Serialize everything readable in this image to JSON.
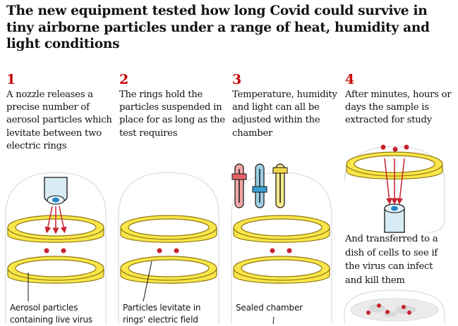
{
  "title": "The new equipment tested how long Covid could survive in tiny airborne particles under a range of heat, humidity and light conditions",
  "steps": [
    {
      "number": "1",
      "parts": [
        {
          "t": "A nozzle releases a precise number of ",
          "b": false
        },
        {
          "t": "aerosol particles",
          "b": false
        },
        {
          "t": " which levitate between two electric rings",
          "b": false
        }
      ]
    },
    {
      "number": "2",
      "parts": [
        {
          "t": "The rings hold the particles suspended in place for as long as the test requires",
          "b": false
        }
      ]
    },
    {
      "number": "3",
      "parts": [
        {
          "t": "Temperature, humidity and light can all be adjusted within the chamber",
          "b": false
        }
      ]
    },
    {
      "number": "4",
      "parts": [
        {
          "t": "After minutes, hours or days the sample is extracted for study",
          "b": false
        }
      ]
    }
  ],
  "step4_followup": "And transferred to a dish of cells to see if the virus can infect and kill them",
  "captions": {
    "aerosol": "Aerosol particles containing live virus",
    "levitate": "Particles levitate in rings' electric field",
    "sealed": "Sealed chamber"
  },
  "colors": {
    "accent": "#c70000",
    "ring_fill": "#fbe64a",
    "ring_stroke": "#b59c18",
    "particle": "#c7212f",
    "nozzle": "#cfe8f2",
    "nozzle_tip": "#1f88c4",
    "chamber": "#e6e6e6",
    "slider_pink": "#f2a6a6",
    "slider_blue": "#9ccfe6",
    "slider_yellow": "#f5ea8c"
  }
}
